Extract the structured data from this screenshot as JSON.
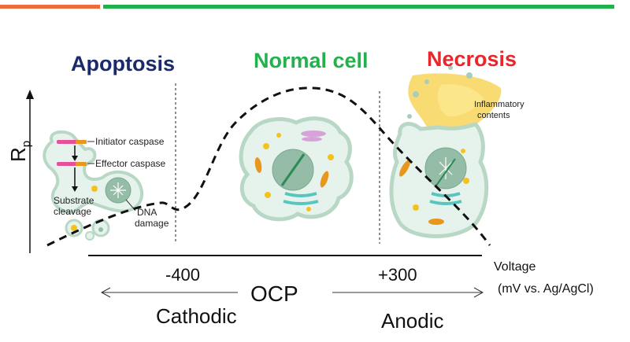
{
  "colors": {
    "bar_orange": "#ee6b3b",
    "bar_green": "#20b14c",
    "apoptosis": "#1b2a6b",
    "normal": "#22b14c",
    "necrosis": "#e8262b",
    "cell_fill": "#e6f3ec",
    "cell_stroke": "#b8d8c5",
    "nucleus": "#94bca6"
  },
  "titles": {
    "apoptosis": "Apoptosis",
    "normal": "Normal cell",
    "necrosis": "Necrosis"
  },
  "axis": {
    "y_label": "R",
    "y_sub": "p",
    "x_label_1": "Voltage",
    "x_label_2": "(mV vs. Ag/AgCl)"
  },
  "markers": {
    "minus400": "-400",
    "plus300": "+300",
    "ocp": "OCP",
    "cathodic": "Cathodic",
    "anodic": "Anodic"
  },
  "annotations": {
    "initiator": "Initiator caspase",
    "effector": "Effector caspase",
    "substrate_1": "Substrate",
    "substrate_2": "cleavage",
    "dna_1": "DNA",
    "dna_2": "damage",
    "inflammatory_1": "Inflammatory",
    "inflammatory_2": "contents"
  }
}
